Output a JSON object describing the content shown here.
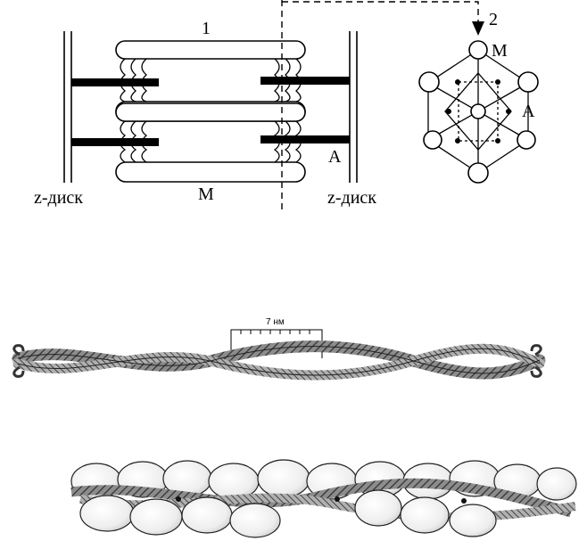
{
  "sarcomere": {
    "label_1": "1",
    "label_m": "M",
    "label_a": "A",
    "z_disc_left": "z-диск",
    "z_disc_right": "z-диск"
  },
  "cross_section": {
    "label_2": "2",
    "label_m": "M",
    "label_a": "A"
  },
  "thin_filament": {
    "scale_label": "7 нм"
  },
  "colors": {
    "ink": "#000000",
    "strand_dark": "#3a3a3a",
    "strand_light": "#9a9a9a",
    "bead_fill": "#efefef"
  }
}
